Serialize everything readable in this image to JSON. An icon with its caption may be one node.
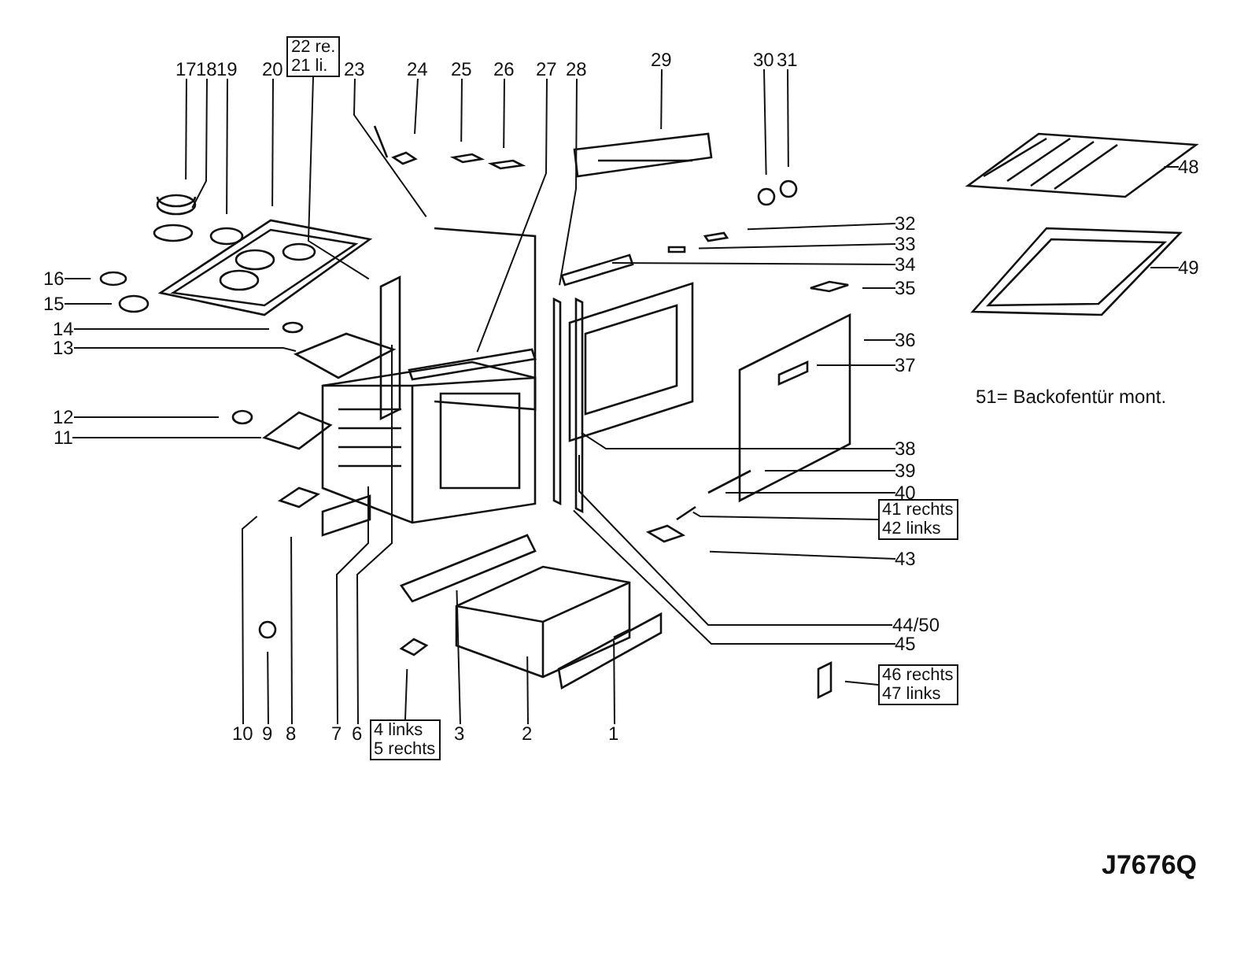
{
  "diagram": {
    "nodes": [
      {
        "text": [
          "17"
        ]
      },
      {
        "text": [
          "18"
        ]
      },
      {
        "text": [
          "19"
        ]
      },
      {
        "text": [
          "20"
        ]
      },
      {
        "text": [
          "22 re.",
          "21 li."
        ]
      },
      {
        "text": [
          "23"
        ]
      },
      {
        "text": [
          "24"
        ]
      },
      {
        "text": [
          "25"
        ]
      },
      {
        "text": [
          "26"
        ]
      },
      {
        "text": [
          "27"
        ]
      },
      {
        "text": [
          "28"
        ]
      },
      {
        "text": [
          "29"
        ]
      },
      {
        "text": [
          "30"
        ]
      },
      {
        "text": [
          "31"
        ]
      },
      {
        "text": [
          "32"
        ]
      },
      {
        "text": [
          "33"
        ]
      },
      {
        "text": [
          "34"
        ]
      },
      {
        "text": [
          "35"
        ]
      },
      {
        "text": [
          "36"
        ]
      },
      {
        "text": [
          "37"
        ]
      },
      {
        "text": [
          "38"
        ]
      },
      {
        "text": [
          "39"
        ]
      },
      {
        "text": [
          "40"
        ]
      },
      {
        "text": [
          "41 rechts",
          "42 links"
        ]
      },
      {
        "text": [
          "43"
        ]
      },
      {
        "text": [
          "44/50"
        ]
      },
      {
        "text": [
          "45"
        ]
      },
      {
        "text": [
          "46 rechts",
          "47 links"
        ]
      },
      {
        "text": [
          "48"
        ]
      },
      {
        "text": [
          "49"
        ]
      },
      {
        "text": [
          "1"
        ]
      },
      {
        "text": [
          "2"
        ]
      },
      {
        "text": [
          "3"
        ]
      },
      {
        "text": [
          "4 links",
          "5 rechts"
        ]
      },
      {
        "text": [
          "6"
        ]
      },
      {
        "text": [
          "7"
        ]
      },
      {
        "text": [
          "8"
        ]
      },
      {
        "text": [
          "9"
        ]
      },
      {
        "text": [
          "10"
        ]
      },
      {
        "text": [
          "11"
        ]
      },
      {
        "text": [
          "12"
        ]
      },
      {
        "text": [
          "13"
        ]
      },
      {
        "text": [
          "14"
        ]
      },
      {
        "text": [
          "15"
        ]
      },
      {
        "text": [
          "16"
        ]
      }
    ],
    "edges": [
      {
        "from": 0,
        "to": null,
        "arrow": "none"
      },
      {
        "from": 1,
        "to": null,
        "arrow": "none"
      },
      {
        "from": 2,
        "to": null,
        "arrow": "none"
      },
      {
        "from": 3,
        "to": null,
        "arrow": "none"
      },
      {
        "from": 4,
        "to": null,
        "arrow": "none"
      },
      {
        "from": 5,
        "to": null,
        "arrow": "none"
      },
      {
        "from": 6,
        "to": null,
        "arrow": "none"
      },
      {
        "from": 7,
        "to": null,
        "arrow": "none"
      },
      {
        "from": 8,
        "to": null,
        "arrow": "none"
      },
      {
        "from": 9,
        "to": null,
        "arrow": "none"
      },
      {
        "from": 10,
        "to": null,
        "arrow": "none"
      },
      {
        "from": 11,
        "to": null,
        "arrow": "none"
      },
      {
        "from": 12,
        "to": null,
        "arrow": "none"
      },
      {
        "from": 13,
        "to": null,
        "arrow": "none"
      },
      {
        "from": 14,
        "to": null,
        "arrow": "none"
      },
      {
        "from": 15,
        "to": null,
        "arrow": "none"
      },
      {
        "from": 16,
        "to": null,
        "arrow": "none"
      },
      {
        "from": 17,
        "to": null,
        "arrow": "none"
      },
      {
        "from": 18,
        "to": null,
        "arrow": "none"
      },
      {
        "from": 19,
        "to": null,
        "arrow": "none"
      },
      {
        "from": 20,
        "to": null,
        "arrow": "none"
      },
      {
        "from": 21,
        "to": null,
        "arrow": "none"
      },
      {
        "from": 22,
        "to": null,
        "arrow": "none"
      },
      {
        "from": 23,
        "to": null,
        "arrow": "none"
      },
      {
        "from": 24,
        "to": null,
        "arrow": "none"
      },
      {
        "from": 25,
        "to": null,
        "arrow": "none"
      },
      {
        "from": 26,
        "to": null,
        "arrow": "none"
      },
      {
        "from": 27,
        "to": null,
        "arrow": "none"
      },
      {
        "from": 28,
        "to": null,
        "arrow": "none"
      },
      {
        "from": 29,
        "to": null,
        "arrow": "none"
      },
      {
        "from": 30,
        "to": null,
        "arrow": "none"
      },
      {
        "from": 31,
        "to": null,
        "arrow": "none"
      },
      {
        "from": 32,
        "to": null,
        "arrow": "none"
      },
      {
        "from": 33,
        "to": null,
        "arrow": "none"
      },
      {
        "from": 34,
        "to": null,
        "arrow": "none"
      },
      {
        "from": 35,
        "to": null,
        "arrow": "none"
      },
      {
        "from": 36,
        "to": null,
        "arrow": "none"
      },
      {
        "from": 37,
        "to": null,
        "arrow": "none"
      },
      {
        "from": 38,
        "to": null,
        "arrow": "none"
      },
      {
        "from": 39,
        "to": null,
        "arrow": "none"
      },
      {
        "from": 40,
        "to": null,
        "arrow": "none"
      },
      {
        "from": 41,
        "to": null,
        "arrow": "none"
      },
      {
        "from": 42,
        "to": null,
        "arrow": "none"
      },
      {
        "from": 43,
        "to": null,
        "arrow": "none"
      },
      {
        "from": 44,
        "to": null,
        "arrow": "none"
      }
    ],
    "labels": [
      "51= Backofentür mont.",
      "J7676Q"
    ]
  }
}
